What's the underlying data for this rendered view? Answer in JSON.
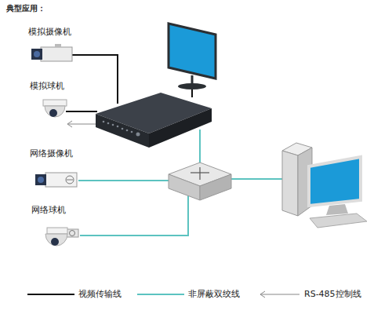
{
  "diagram": {
    "title": "典型应用：",
    "nodes": [
      {
        "text": [
          "模拟摄像机"
        ]
      },
      {
        "text": [
          "模拟球机"
        ]
      },
      {
        "text": [
          "网络摄像机"
        ]
      },
      {
        "text": [
          "网络球机"
        ]
      }
    ],
    "legend": [
      {
        "text": "视频传输线"
      },
      {
        "text": "非屏蔽双绞线"
      },
      {
        "text": "RS-485控制线"
      }
    ]
  }
}
